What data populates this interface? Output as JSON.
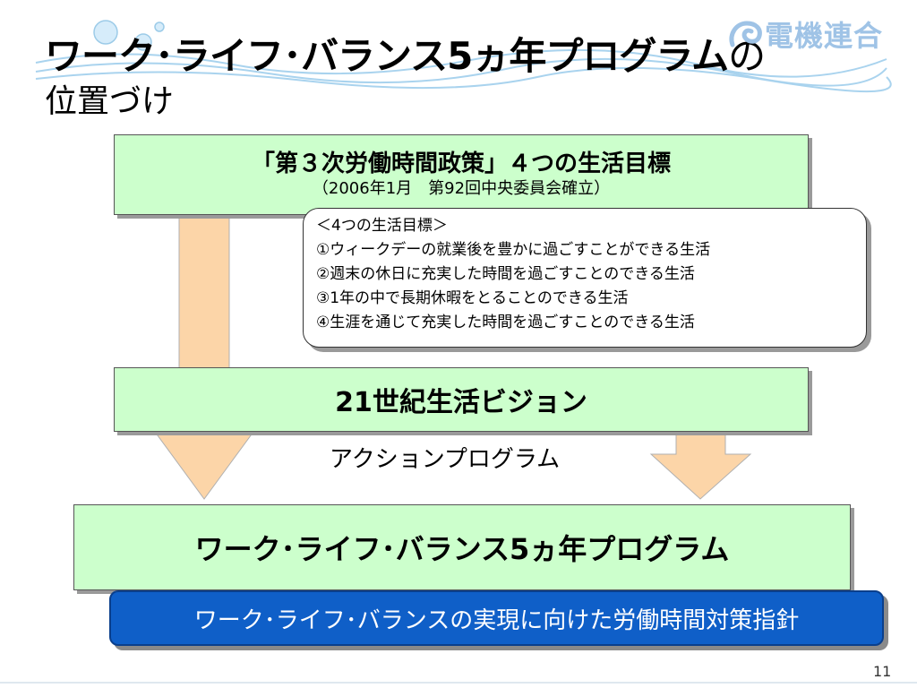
{
  "title": {
    "line1_main": "ワーク･ライフ･バランス5ヵ年プログラム",
    "line1_tail": "の",
    "line2": "位置づけ"
  },
  "logo": {
    "text": "電機連合"
  },
  "box_policy": {
    "main": "「第３次労働時間政策」４つの生活目標",
    "sub": "（2006年1月　第92回中央委員会確立）"
  },
  "goals": {
    "heading": "＜4つの生活目標＞",
    "items": [
      "①ウィークデーの就業後を豊かに過ごすことができる生活",
      "②週末の休日に充実した時間を過ごすことのできる生活",
      "③1年の中で長期休暇をとることのできる生活",
      "④生涯を通じて充実した時間を過ごすことのできる生活"
    ]
  },
  "box_vision": {
    "main": "21世紀生活ビジョン"
  },
  "action_label": "アクションプログラム",
  "box_program": {
    "main": "ワーク･ライフ･バランス5ヵ年プログラム"
  },
  "box_guideline": {
    "main": "ワーク･ライフ･バランスの実現に向けた労働時間対策指針"
  },
  "page_number": "11",
  "colors": {
    "box_fill": "#ccffcc",
    "arrow_fill": "#fcd5a8",
    "guideline_fill": "#0f5fc8",
    "wave": "#9ccbe8"
  }
}
